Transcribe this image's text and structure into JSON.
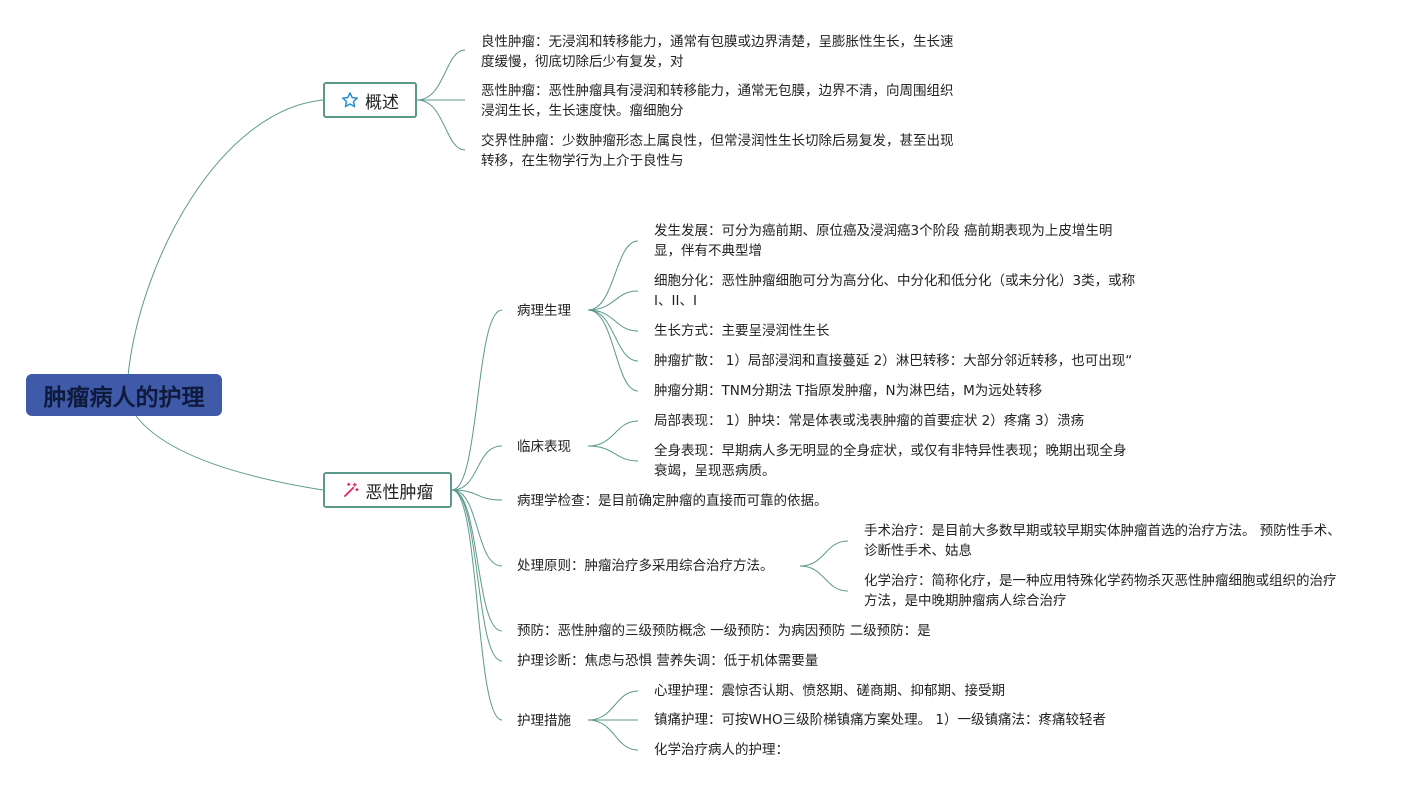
{
  "root": "肿瘤病人的护理",
  "overview": {
    "label": "概述",
    "items": [
      [
        "良性肿瘤：无浸润和转移能力，通常有包膜或边界清楚，呈膨胀性生长，生长速",
        "度缓慢，彻底切除后少有复发，对"
      ],
      [
        "恶性肿瘤：恶性肿瘤具有浸润和转移能力，通常无包膜，边界不清，向周围组织",
        "浸润生长，生长速度快。瘤细胞分"
      ],
      [
        "交界性肿瘤：少数肿瘤形态上属良性，但常浸润性生长切除后易复发，甚至出现",
        "转移，在生物学行为上介于良性与"
      ]
    ]
  },
  "malignant": {
    "label": "恶性肿瘤",
    "pathophysiology": {
      "label": "病理生理",
      "items": [
        [
          "发生发展：可分为癌前期、原位癌及浸润癌3个阶段 癌前期表现为上皮增生明",
          "显，伴有不典型增"
        ],
        [
          "细胞分化：恶性肿瘤细胞可分为高分化、中分化和低分化（或未分化）3类，或称",
          "I、II、I"
        ],
        [
          "生长方式：主要呈浸润性生长"
        ],
        [
          "肿瘤扩散： 1）局部浸润和直接蔓延 2）淋巴转移：大部分邻近转移，也可出现“"
        ],
        [
          "肿瘤分期：TNM分期法 T指原发肿瘤，N为淋巴结，M为远处转移"
        ]
      ]
    },
    "clinical": {
      "label": "临床表现",
      "items": [
        [
          "局部表现： 1）肿块：常是体表或浅表肿瘤的首要症状 2）疼痛 3）溃疡"
        ],
        [
          "全身表现：早期病人多无明显的全身症状，或仅有非特异性表现；晚期出现全身",
          "衰竭，呈现恶病质。"
        ]
      ]
    },
    "pathology_exam": "病理学检查：是目前确定肿瘤的直接而可靠的依据。",
    "treatment": {
      "label": "处理原则：肿瘤治疗多采用综合治疗方法。",
      "items": [
        [
          "手术治疗：是目前大多数早期或较早期实体肿瘤首选的治疗方法。 预防性手术、",
          "诊断性手术、姑息"
        ],
        [
          "化学治疗：简称化疗，是一种应用特殊化学药物杀灭恶性肿瘤细胞或组织的治疗",
          "方法，是中晚期肿瘤病人综合治疗"
        ]
      ]
    },
    "prevention": "预防：恶性肿瘤的三级预防概念 一级预防：为病因预防 二级预防：是",
    "diagnosis": "护理诊断：焦虑与恐惧 营养失调：低于机体需要量",
    "nursing": {
      "label": "护理措施",
      "items": [
        [
          "心理护理：震惊否认期、愤怒期、磋商期、抑郁期、接受期"
        ],
        [
          "镇痛护理：可按WHO三级阶梯镇痛方案处理。 1）一级镇痛法：疼痛较轻者"
        ],
        [
          "化学治疗病人的护理："
        ]
      ]
    }
  },
  "colors": {
    "root_bg": "#3f5aa8",
    "line": "#5b9a8b",
    "star_icon": "#2a8fd6",
    "wand_icon": "#e0245e"
  },
  "icons": {
    "overview": "star-icon",
    "malignant": "magic-wand-icon"
  }
}
